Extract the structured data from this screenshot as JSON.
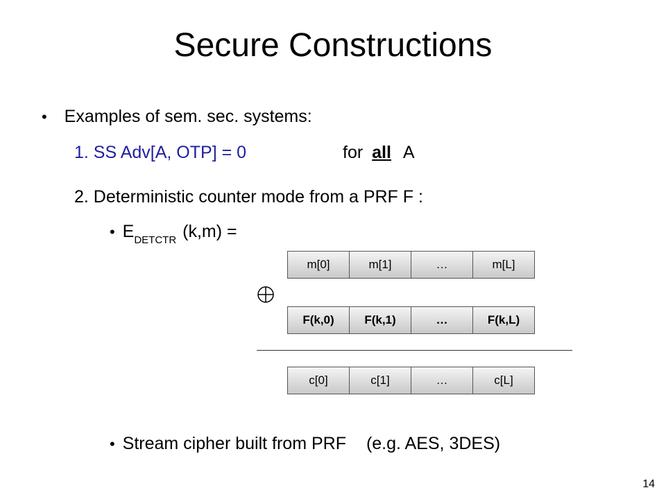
{
  "slide": {
    "title": "Secure Constructions",
    "bullet1": "Examples of sem. sec. systems:",
    "item1_prefix": "1.  SS Adv[A, OTP] = 0",
    "item1_for": "for",
    "item1_all": "all",
    "item1_A": "A",
    "item2": "2.  Deterministic counter mode from a PRF  F :",
    "enc_E": "E",
    "enc_sub": "DETCTR",
    "enc_rest": "(k,m)  =",
    "last_bullet_a": "Stream cipher built from PRF",
    "last_bullet_b": "(e.g.  AES, 3DES)",
    "page_number": "14"
  },
  "diagram": {
    "message_row": [
      "m[0]",
      "m[1]",
      "…",
      "m[L]"
    ],
    "prf_row": [
      "F(k,0)",
      "F(k,1)",
      "…",
      "F(k,L)"
    ],
    "cipher_row": [
      "c[0]",
      "c[1]",
      "…",
      "c[L]"
    ],
    "xor_symbol": "xor-icon"
  }
}
